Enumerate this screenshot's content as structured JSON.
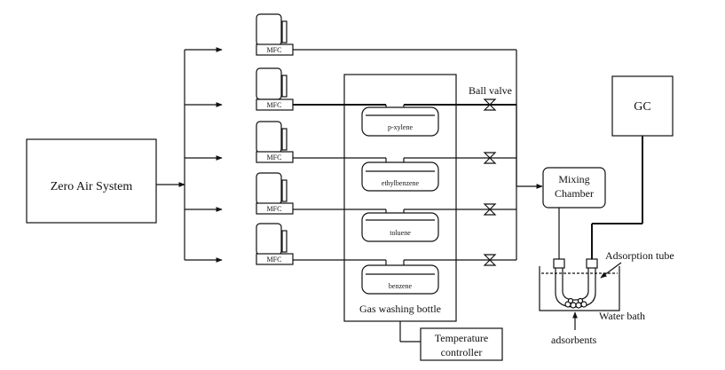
{
  "zero_air": "Zero Air System",
  "mfc_label": "MFC",
  "gas_washing": "Gas washing bottle",
  "ball_valve": "Ball valve",
  "bottles": [
    "p-xylene",
    "ethylbenzene",
    "toluene",
    "benzene"
  ],
  "mixing": {
    "line1": "Mixing",
    "line2": "Chamber"
  },
  "gc": "GC",
  "adsorption_tube": "Adsorption tube",
  "water_bath": "Water bath",
  "adsorbents": "adsorbents",
  "temp": {
    "line1": "Temperature",
    "line2": "controller"
  }
}
